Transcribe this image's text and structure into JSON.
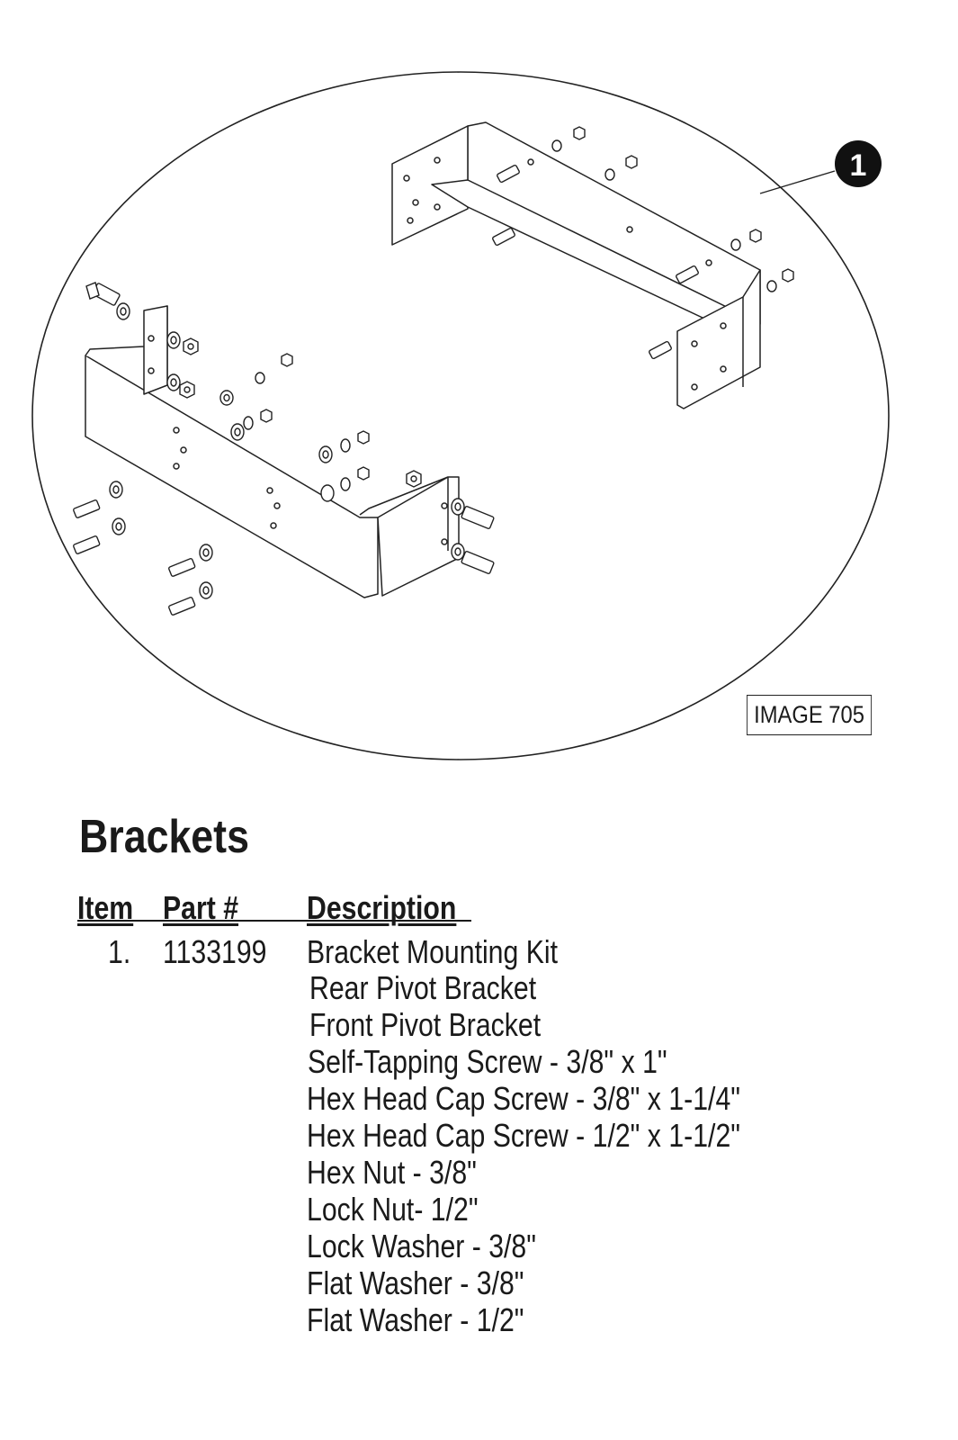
{
  "diagram": {
    "callout_number": "1",
    "image_label": "IMAGE 705"
  },
  "section_title": "Brackets",
  "table": {
    "headers": {
      "item": "Item",
      "part": "Part #",
      "description": "Description"
    },
    "rows": [
      {
        "item": "1.",
        "part": "1133199",
        "description": "Bracket Mounting Kit"
      }
    ],
    "kit_contents": [
      "Rear Pivot Bracket",
      "Front Pivot Bracket",
      "Self-Tapping Screw - 3/8\" x 1\"",
      "Hex Head Cap Screw - 3/8\" x 1-1/4\"",
      "Hex Head Cap Screw - 1/2\" x 1-1/2\"",
      "Hex Nut - 3/8\"",
      "Lock Nut- 1/2\"",
      "Lock Washer - 3/8\"",
      "Flat Washer - 3/8\"",
      "Flat Washer - 1/2\""
    ]
  }
}
